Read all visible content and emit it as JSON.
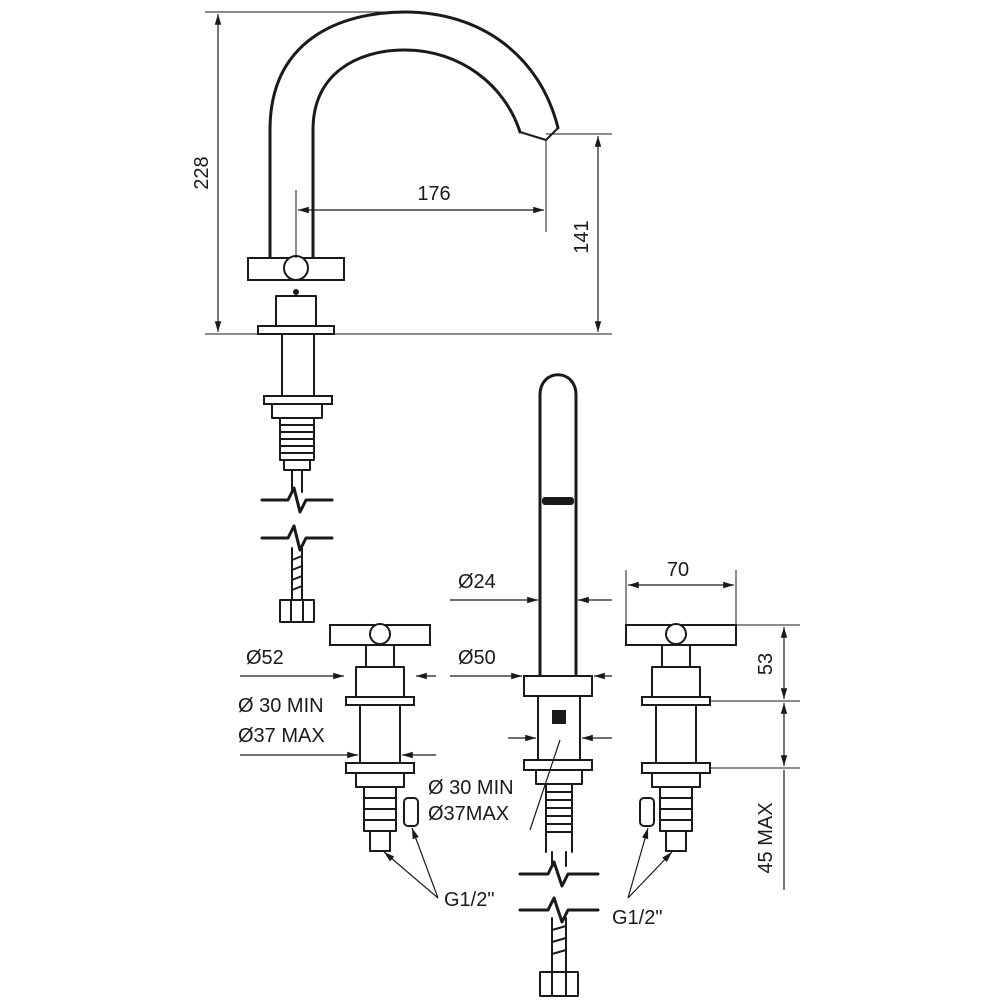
{
  "dimensions": {
    "height_total": "228",
    "reach": "176",
    "spout_height": "141",
    "spout_diameter": "Ø24",
    "handle_span": "70",
    "handle_height": "53",
    "base_diameter_handle": "Ø52",
    "base_diameter_spout": "Ø50",
    "hole_min_left": "Ø 30 MIN",
    "hole_max_left": "Ø37 MAX",
    "hole_min_center": "Ø 30 MIN",
    "hole_max_center": "Ø37MAX",
    "deck_thickness": "45 MAX",
    "connection_left": "G1/2\"",
    "connection_right": "G1/2\""
  }
}
